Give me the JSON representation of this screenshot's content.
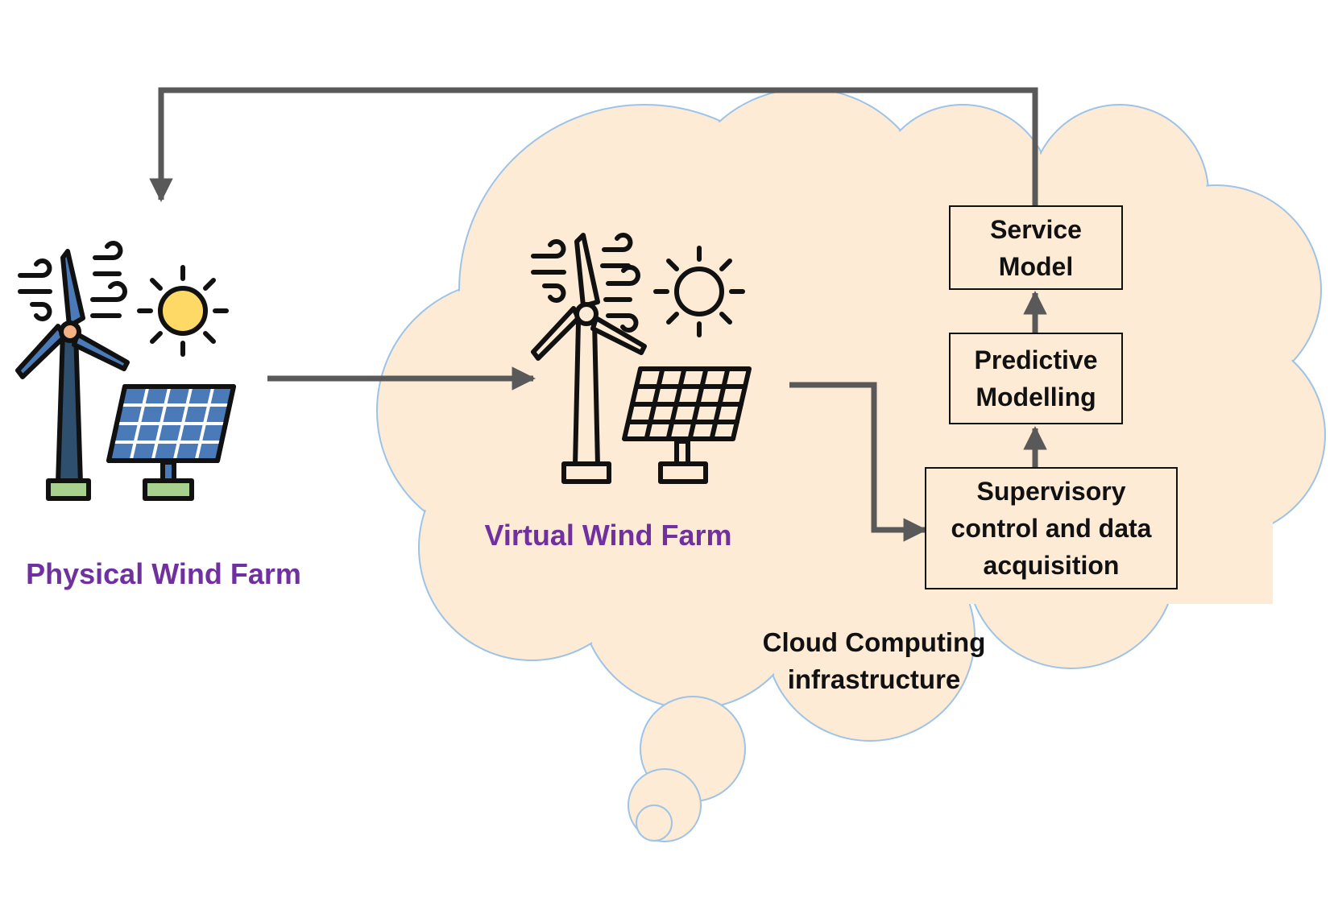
{
  "physical_farm": {
    "label": "Physical Wind Farm",
    "icons": [
      "wind-turbine-icon",
      "sun-icon",
      "solar-panel-icon",
      "wind-gust-icon"
    ]
  },
  "virtual_farm": {
    "label": "Virtual Wind Farm",
    "icons": [
      "wind-turbine-icon",
      "sun-icon",
      "solar-panel-icon",
      "wind-gust-icon"
    ]
  },
  "cloud": {
    "label": "Cloud Computing\ninfrastructure"
  },
  "boxes": {
    "scada": "Supervisory\ncontrol and data\nacquisition",
    "predictive": "Predictive\nModelling",
    "service": "Service\nModel"
  },
  "colors": {
    "cloud_fill": "#fdebd6",
    "cloud_stroke": "#9dc3e6",
    "arrow": "#595959",
    "label_purple": "#7030a0",
    "panel_blue": "#4a7ab8",
    "sun_yellow": "#ffd966",
    "base_green": "#a9d18e",
    "turbine_blue": "#2f4f6f",
    "hub_orange": "#f4b183"
  }
}
